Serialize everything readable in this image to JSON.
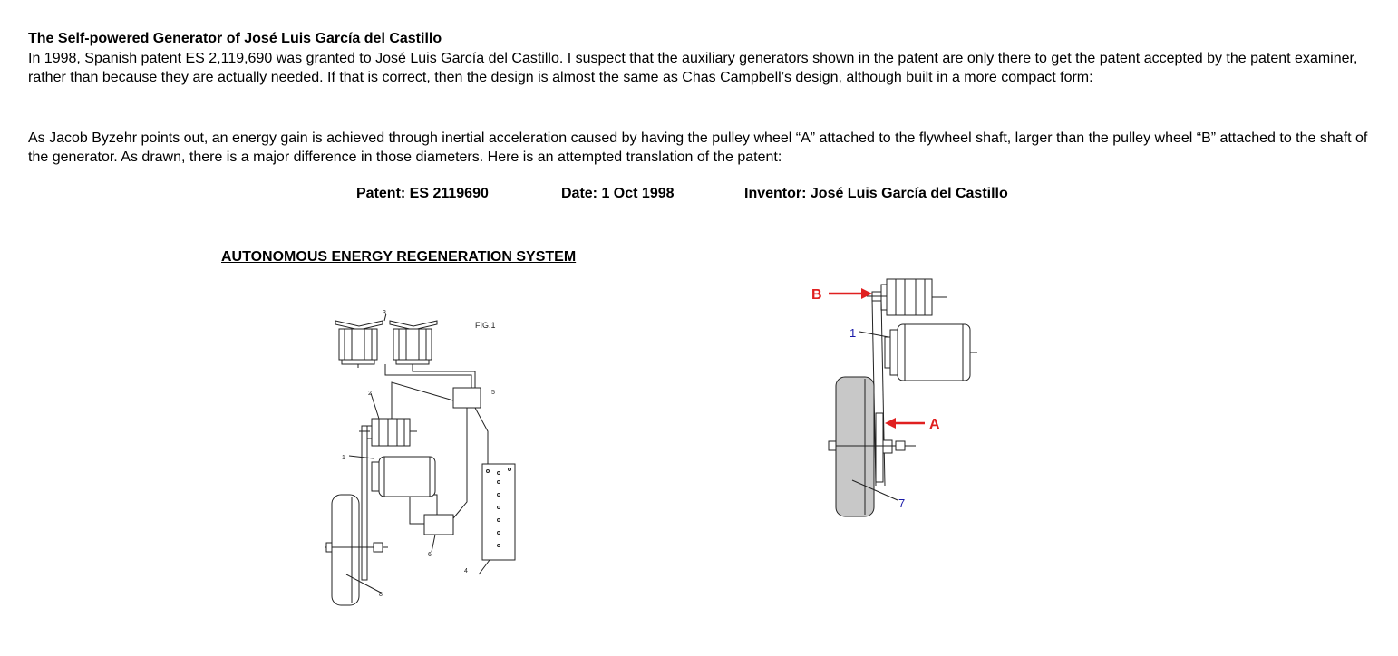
{
  "article": {
    "title": "The Self-powered Generator of José Luis García del Castillo",
    "paragraph1": "In 1998, Spanish patent ES 2,119,690 was granted to José Luis García del Castillo. I suspect that the auxiliary generators shown in the patent are only there to get the patent accepted by the patent examiner, rather than because they are actually needed. If that is correct, then the design is almost the same as Chas Campbell’s design, although built in a more compact form:",
    "paragraph2": "As Jacob Byzehr points out, an energy gain is achieved through inertial acceleration caused by having the pulley wheel “A” attached to the flywheel shaft, larger than the pulley wheel “B” attached to the shaft of the generator. As drawn, there is a major difference in those diameters. Here is an attempted translation of the patent:"
  },
  "patent_meta": {
    "patent": "Patent: ES 2119690",
    "date": "Date: 1 Oct 1998",
    "inventor": "Inventor: José Luis García del Castillo"
  },
  "system_title": "AUTONOMOUS ENERGY REGENERATION SYSTEM",
  "figure1": {
    "caption": "FIG.1",
    "labels": [
      "1",
      "2",
      "3",
      "4",
      "5",
      "6",
      "8"
    ]
  },
  "figure2": {
    "label_a": "A",
    "label_b": "B",
    "label_1": "1",
    "label_7": "7"
  },
  "colors": {
    "arrow_red": "#e02020",
    "label_blue": "#1a1aa8",
    "flywheel_gray": "#c8c8c8"
  }
}
